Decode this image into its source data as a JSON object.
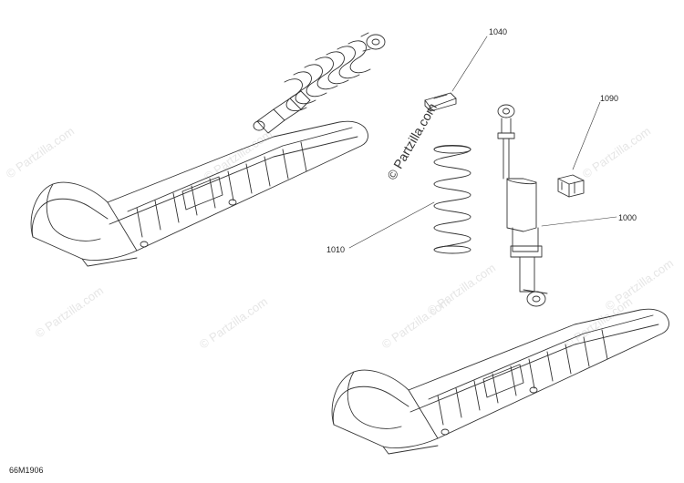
{
  "labels": {
    "p1040": "1040",
    "p1090": "1090",
    "p1000": "1000",
    "p1010": "1010"
  },
  "watermark": {
    "text": "© Partzilla.com"
  },
  "diagram_code": "66M1906"
}
